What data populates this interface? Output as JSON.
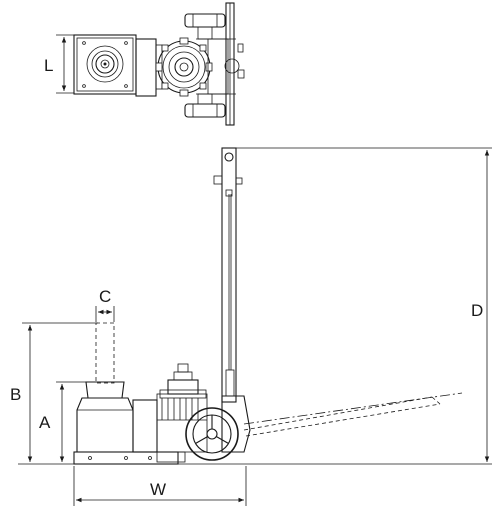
{
  "diagram": {
    "dimension_labels": {
      "L": "L",
      "C": "C",
      "D": "D",
      "B": "B",
      "A": "A",
      "W": "W"
    }
  }
}
